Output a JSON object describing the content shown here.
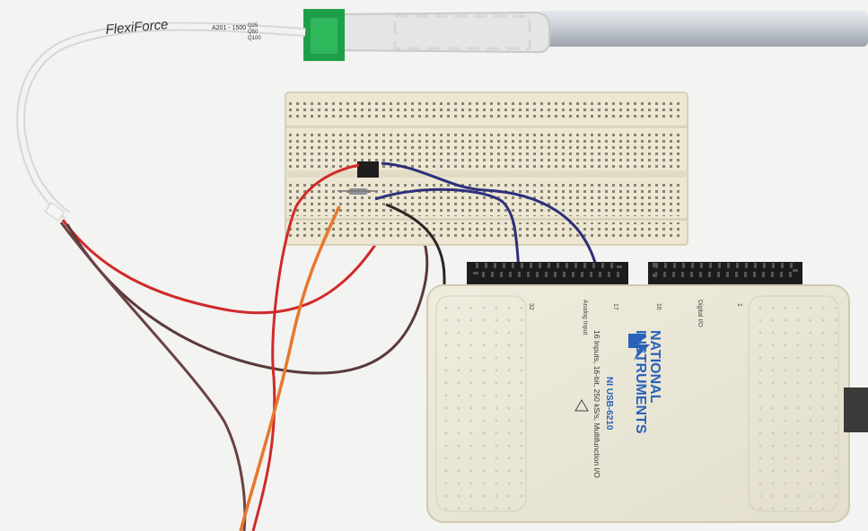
{
  "sensor": {
    "brand": "FlexiForce",
    "model_code": "A201 - 1500",
    "marks": [
      "Q25",
      "Q50",
      "Q100"
    ]
  },
  "daq_device": {
    "manufacturer_line1": "NATIONAL",
    "manufacturer_line2": "INSTRUMENTS",
    "model": "NI USB-6210",
    "spec": "16 Inputs, 16-bit, 250 kS/s, Multifunction I/O",
    "port_labels": {
      "pin_32": "32",
      "analog_input": "Analog Input",
      "pin_17": "17",
      "pin_16": "16",
      "digital_io": "Digital I/O",
      "pin_1": "1"
    }
  },
  "colors": {
    "background": "#f3f3f1",
    "breadboard": "#ece6d2",
    "daq_body": "#ebe7d6",
    "brand_blue": "#2a62b8",
    "wire_red": "#cf2a2a",
    "wire_black": "#2c2424",
    "wire_blue": "#2e2f7a",
    "wire_orange": "#e8772c",
    "sensor_green": "#1f9f4a",
    "rod": "#bfc6cc"
  }
}
